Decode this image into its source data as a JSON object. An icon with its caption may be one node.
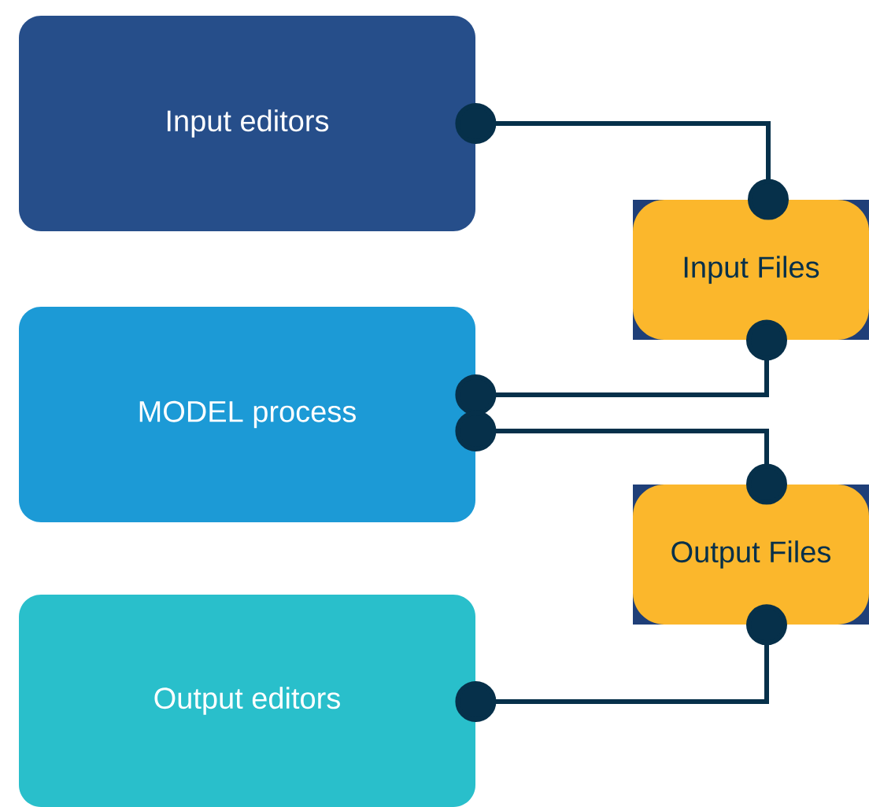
{
  "diagram": {
    "nodes": [
      {
        "text": [
          "Input editors"
        ]
      },
      {
        "text": [
          "Input Files"
        ]
      },
      {
        "text": [
          "MODEL process"
        ]
      },
      {
        "text": [
          "Output Files"
        ]
      },
      {
        "text": [
          "Output editors"
        ]
      }
    ],
    "edges": [
      {
        "from": 0,
        "to": 1,
        "arrow": "other"
      },
      {
        "from": 1,
        "to": 2,
        "arrow": "other"
      },
      {
        "from": 2,
        "to": 3,
        "arrow": "other"
      },
      {
        "from": 3,
        "to": 4,
        "arrow": "other"
      }
    ]
  }
}
